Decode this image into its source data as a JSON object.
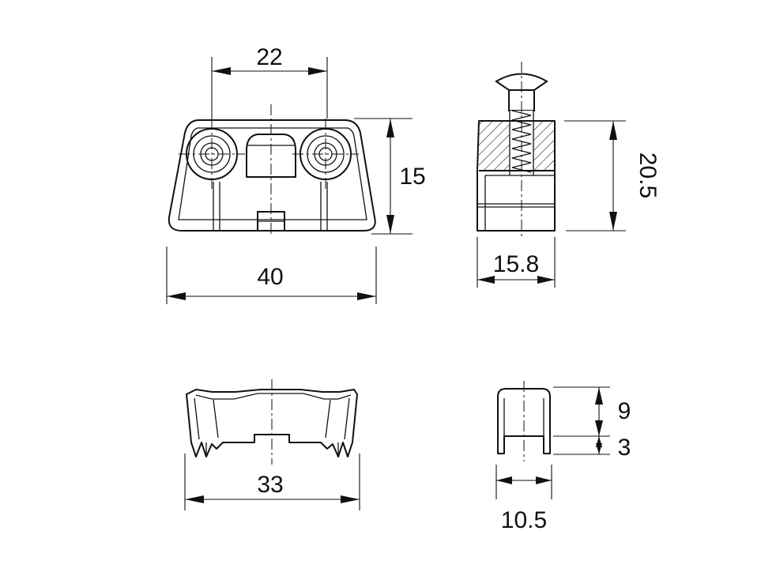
{
  "dimensions": {
    "top_width": "22",
    "front_height": "15",
    "front_width": "40",
    "side_height": "20.5",
    "side_width": "15.8",
    "bottom_width": "33",
    "clip_upper": "9",
    "clip_lower": "3",
    "clip_width": "10.5"
  },
  "colors": {
    "ink": "#111111",
    "background": "#ffffff"
  }
}
